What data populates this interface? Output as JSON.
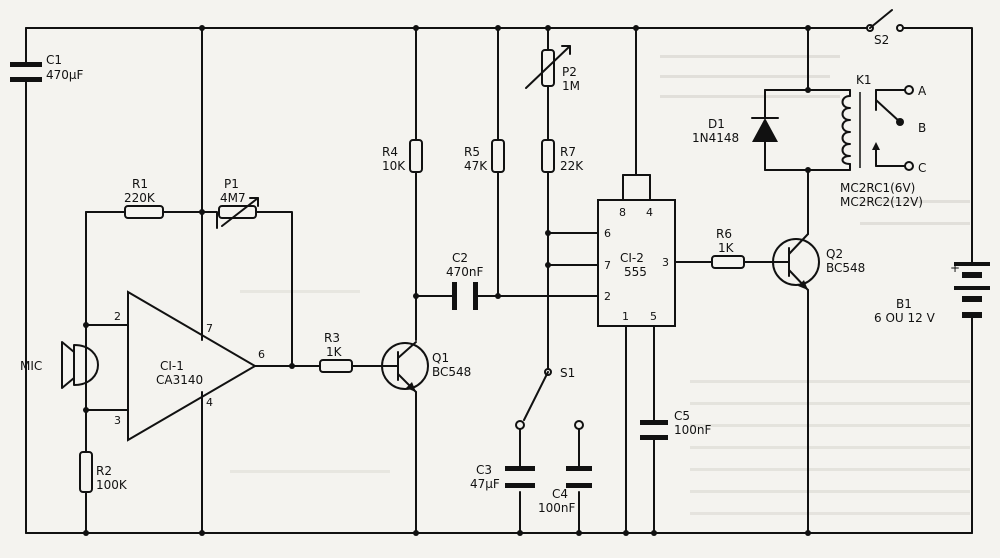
{
  "components": {
    "C1": {
      "ref": "C1",
      "value": "470µF"
    },
    "C2": {
      "ref": "C2",
      "value": "470nF"
    },
    "C3": {
      "ref": "C3",
      "value": "47µF"
    },
    "C4": {
      "ref": "C4",
      "value": "100nF"
    },
    "C5": {
      "ref": "C5",
      "value": "100nF"
    },
    "R1": {
      "ref": "R1",
      "value": "220K"
    },
    "R2": {
      "ref": "R2",
      "value": "100K"
    },
    "R3": {
      "ref": "R3",
      "value": "1K"
    },
    "R4": {
      "ref": "R4",
      "value": "10K"
    },
    "R5": {
      "ref": "R5",
      "value": "47K"
    },
    "R6": {
      "ref": "R6",
      "value": "1K"
    },
    "R7": {
      "ref": "R7",
      "value": "22K"
    },
    "P1": {
      "ref": "P1",
      "value": "4M7"
    },
    "P2": {
      "ref": "P2",
      "value": "1M"
    },
    "CI1": {
      "ref": "CI-1",
      "value": "CA3140",
      "pins": [
        "2",
        "3",
        "7",
        "4",
        "6"
      ]
    },
    "CI2": {
      "ref": "CI-2",
      "value": "555",
      "pins": [
        "8",
        "4",
        "6",
        "7",
        "2",
        "3",
        "1",
        "5"
      ]
    },
    "Q1": {
      "ref": "Q1",
      "value": "BC548"
    },
    "Q2": {
      "ref": "Q2",
      "value": "BC548"
    },
    "D1": {
      "ref": "D1",
      "value": "1N4148"
    },
    "K1": {
      "ref": "K1",
      "value1": "MC2RC1(6V)",
      "value2": "MC2RC2(12V)",
      "contacts": [
        "A",
        "B",
        "C"
      ]
    },
    "B1": {
      "ref": "B1",
      "value": "6 OU 12 V"
    },
    "S1": {
      "ref": "S1"
    },
    "S2": {
      "ref": "S2"
    },
    "MIC": {
      "ref": "MIC"
    }
  }
}
